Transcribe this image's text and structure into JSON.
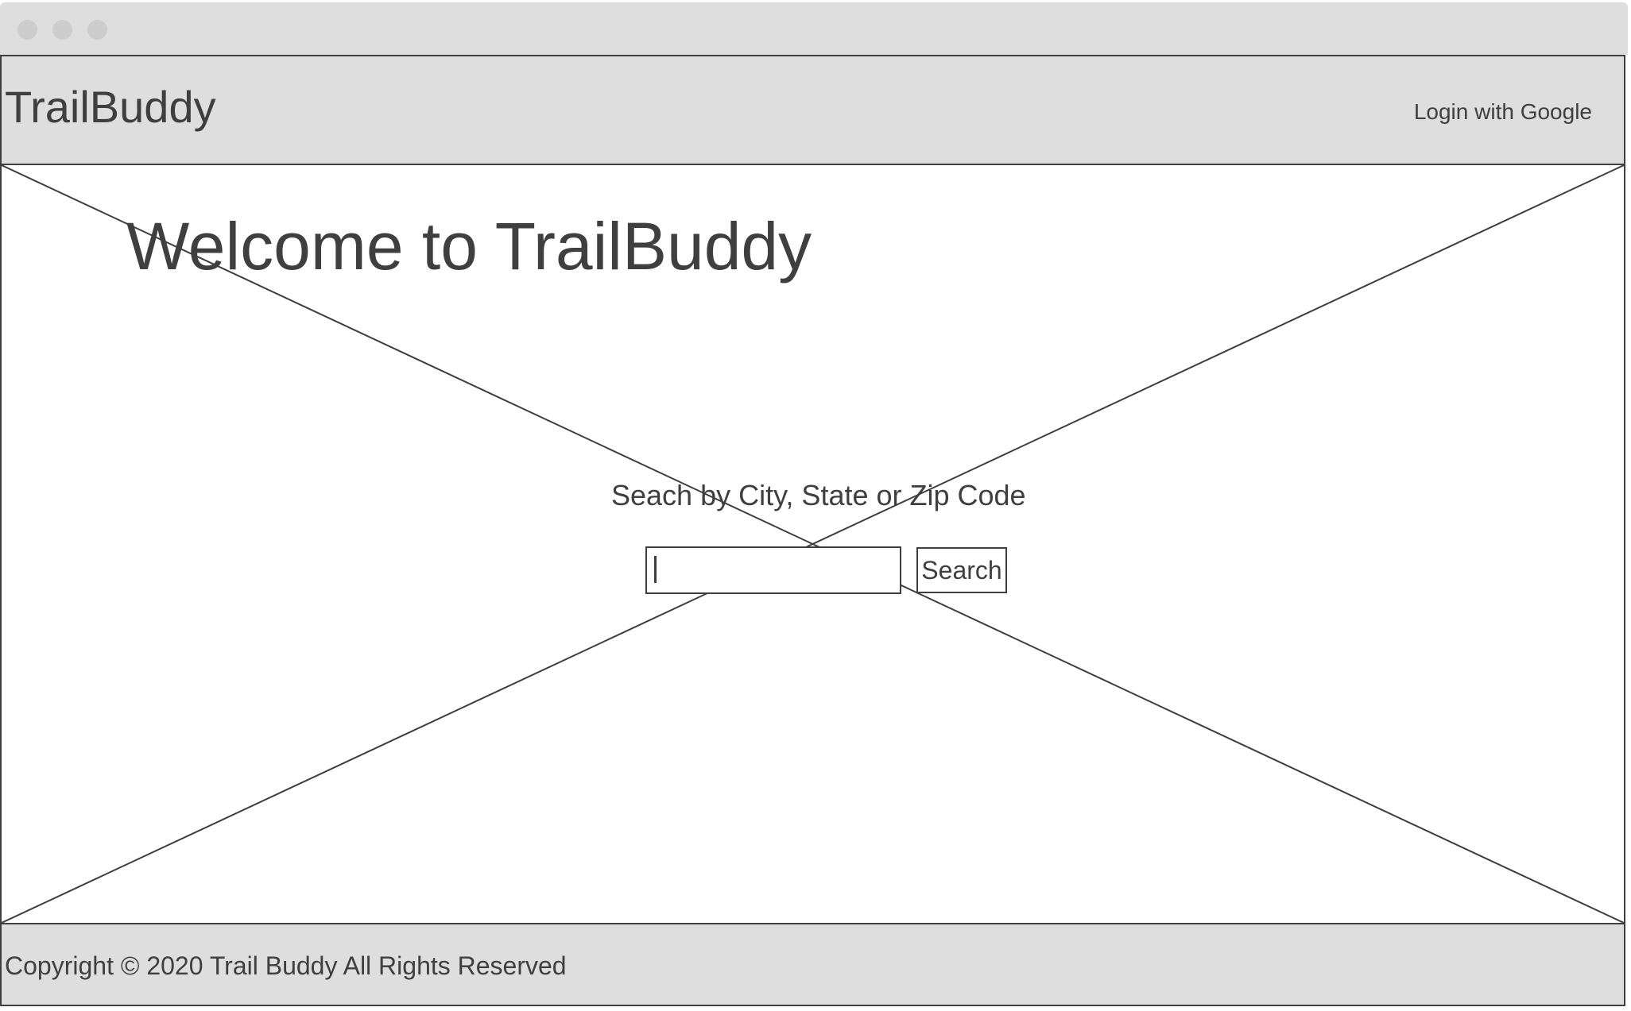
{
  "header": {
    "brand": "TrailBuddy",
    "login_label": "Login with Google"
  },
  "hero": {
    "title": "Welcome to TrailBuddy",
    "search_label": "Seach by City, State or Zip Code",
    "search_value": "",
    "search_placeholder": "",
    "search_button_label": "Search",
    "background_icon": "image-placeholder-icon"
  },
  "footer": {
    "copyright": "Copyright © 2020 Trail Buddy All Rights Reserved"
  },
  "colors": {
    "chrome": "#dedede",
    "stroke": "#3f3f3f",
    "window_dot": "#cdcdcd",
    "background": "#ffffff"
  }
}
